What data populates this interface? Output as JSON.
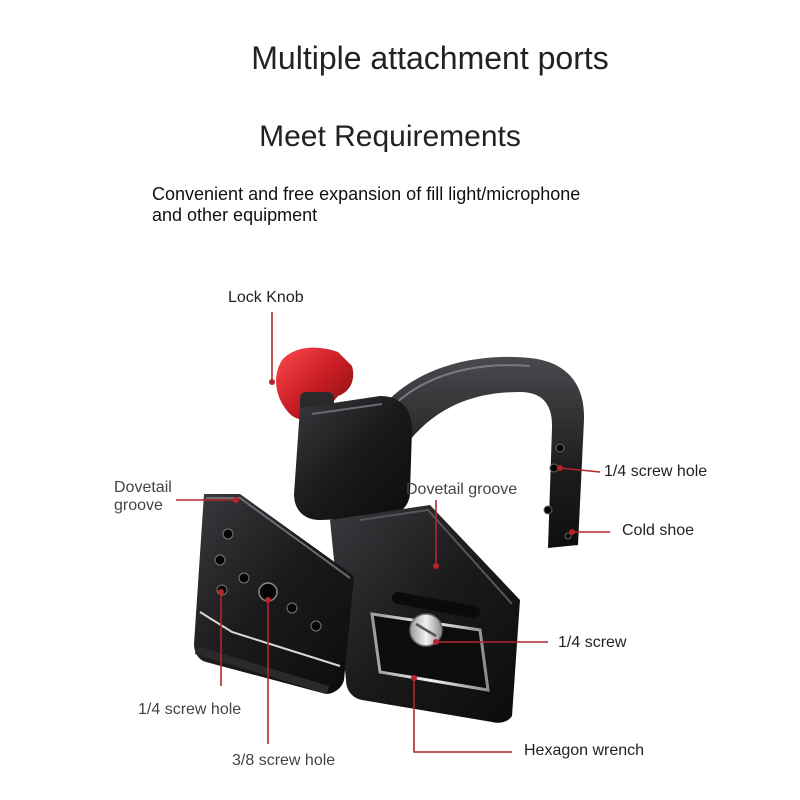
{
  "heading": {
    "line1": "Multiple attachment ports",
    "line2": "Meet Requirements"
  },
  "description": {
    "line1": "Convenient and free expansion of fill light/microphone",
    "line2": "and other equipment"
  },
  "callouts": {
    "lock_knob": "Lock Knob",
    "dovetail_groove_left_1": "Dovetail",
    "dovetail_groove_left_2": "groove",
    "dovetail_groove_right": "Dovetail groove",
    "screw_hole_quarter_right": "1/4 screw hole",
    "cold_shoe": "Cold shoe",
    "screw_quarter": "1/4 screw",
    "screw_hole_quarter_left": "1/4 screw hole",
    "screw_hole_three_eighths": "3/8 screw hole",
    "hexagon_wrench": "Hexagon wrench"
  },
  "colors": {
    "leader_line": "#b3262b",
    "knob": "#c81e24",
    "body": "#1c1c1e"
  }
}
